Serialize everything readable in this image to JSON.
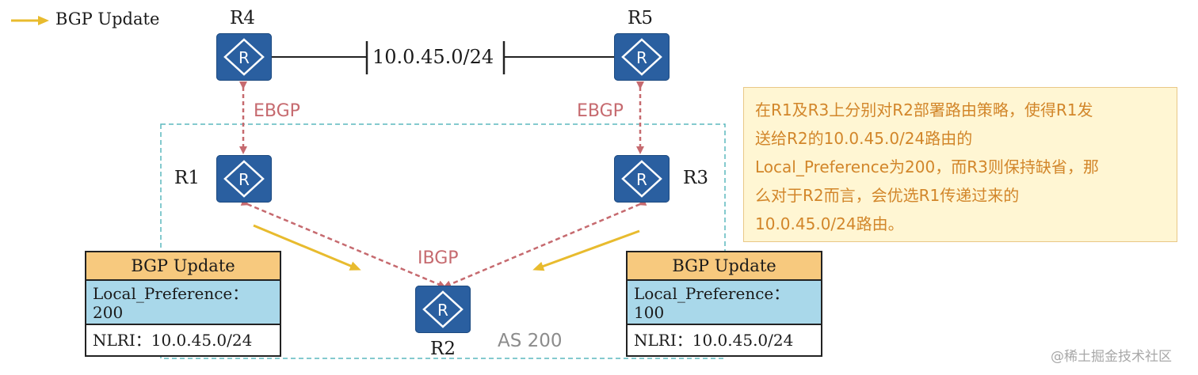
{
  "legend": {
    "label": "BGP Update"
  },
  "routers": {
    "r4": "R4",
    "r5": "R5",
    "r1": "R1",
    "r3": "R3",
    "r2": "R2"
  },
  "network_label": "10.0.45.0/24",
  "links": {
    "ebgp_left": "EBGP",
    "ebgp_right": "EBGP",
    "ibgp": "IBGP"
  },
  "as_label": "AS 200",
  "update_left": {
    "header": "BGP Update",
    "local_pref_line1": "Local_Preference：",
    "local_pref_line2": "200",
    "nlri": "NLRI：10.0.45.0/24"
  },
  "update_right": {
    "header": "BGP Update",
    "local_pref_line1": "Local_Preference：",
    "local_pref_line2": "100",
    "nlri": "NLRI：10.0.45.0/24"
  },
  "note": {
    "line1": "在R1及R3上分别对R2部署路由策略，使得R1发",
    "line2": "送给R2的10.0.45.0/24路由的",
    "line3": "Local_Preference为200，而R3则保持缺省，那",
    "line4": "么对于R2而言，会优选R1传递过来的",
    "line5": "10.0.45.0/24路由。"
  },
  "watermark": "@稀土掘金技术社区",
  "colors": {
    "router": "#2a5fa0",
    "update_arrow": "#e8bb2e",
    "peer_link": "#c66a6f",
    "as_border": "#5cb8bd",
    "header_fill": "#f7c97e",
    "pref_fill": "#a9d8ea",
    "note_fill": "#fff6d3",
    "note_text": "#d2862a"
  }
}
